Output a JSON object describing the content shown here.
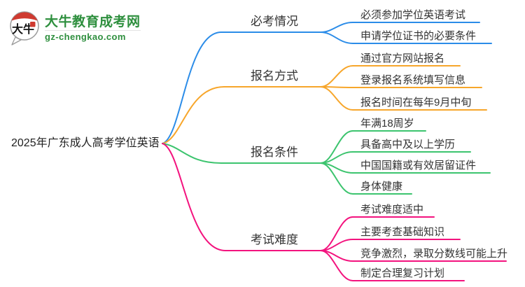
{
  "logo": {
    "title": "大牛教育成考网",
    "subtitle": "gz-chengkao.com",
    "icon_text": "大牛",
    "brand_color": "#2e8f3e",
    "icon_accent_color": "#cf3a30"
  },
  "root": {
    "label": "2025年广东成人高考学位英语",
    "color": "#1f1f1f"
  },
  "branches": [
    {
      "label": "必考情况",
      "color": "#2b8ce8",
      "children": [
        "必须参加学位英语考试",
        "申请学位证书的必要条件"
      ]
    },
    {
      "label": "报名方式",
      "color": "#f7a62b",
      "children": [
        "通过官方网站报名",
        "登录报名系统填写信息",
        "报名时间在每年9月中旬"
      ]
    },
    {
      "label": "报名条件",
      "color": "#3cc46e",
      "children": [
        "年满18周岁",
        "具备高中及以上学历",
        "中国国籍或有效居留证件",
        "身体健康"
      ]
    },
    {
      "label": "考试难度",
      "color": "#f3137e",
      "children": [
        "考试难度适中",
        "主要考查基础知识",
        "竞争激烈，录取分数线可能上升",
        "制定合理复习计划"
      ]
    }
  ]
}
